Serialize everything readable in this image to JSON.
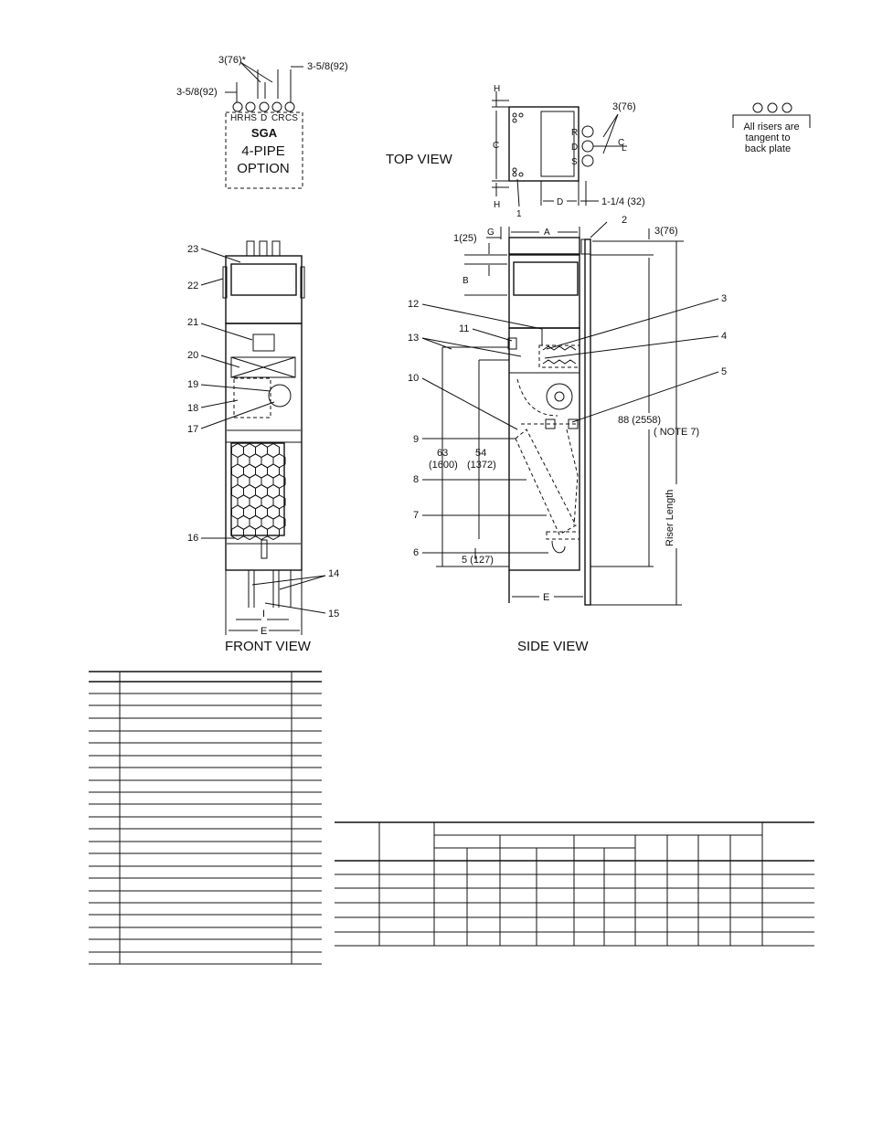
{
  "four_pipe": {
    "dim_top_left": "3-5/8(92)",
    "dim_top_center": "3(76)*",
    "dim_top_right": "3-5/8(92)",
    "pipe_labels": [
      "HR",
      "HS",
      "D",
      "CR",
      "CS"
    ],
    "title_line1": "SGA",
    "title_line2": "4-PIPE",
    "title_line3": "OPTION"
  },
  "top_view": {
    "title": "TOP VIEW",
    "label_h_top": "H",
    "label_h_bottom": "H",
    "label_c": "C",
    "label_d": "D",
    "riser_r": "R",
    "riser_d": "D",
    "riser_s": "S",
    "dim_riser": "3(76)",
    "label_c2": "C",
    "label_l": "L",
    "dim_edge": "1-1/4 (32)",
    "callout_1": "1"
  },
  "riser_note": "All risers are\ntangent to\nback plate",
  "front_view": {
    "title": "FRONT VIEW",
    "callouts": [
      "23",
      "22",
      "21",
      "20",
      "19",
      "18",
      "17",
      "16",
      "14",
      "15"
    ],
    "label_i": "I",
    "label_e": "E"
  },
  "side_view": {
    "title": "SIDE VIEW",
    "label_g": "G",
    "label_a": "A",
    "label_b": "B",
    "label_e": "E",
    "dim_top_left": "1(25)",
    "dim_top_right": "3(76)",
    "dim_63": "63",
    "dim_63_mm": "(1600)",
    "dim_54": "54",
    "dim_54_mm": "(1372)",
    "dim_bottom": "5 (127)",
    "dim_88": "88 (2558)",
    "note_7": "( NOTE 7)",
    "riser_length": "Riser Length",
    "callouts": [
      "2",
      "12",
      "11",
      "13",
      "3",
      "4",
      "10",
      "5",
      "9",
      "8",
      "7",
      "6"
    ]
  }
}
